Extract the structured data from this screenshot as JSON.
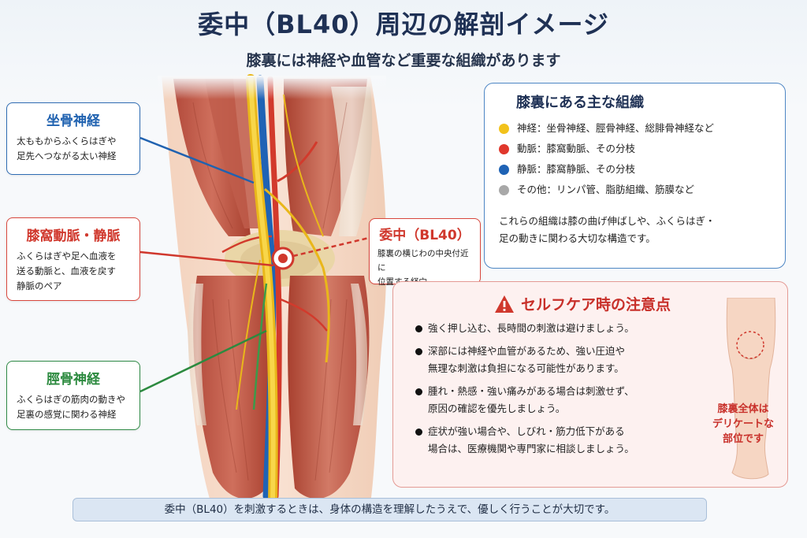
{
  "title": "委中（BL40）周辺の解剖イメージ",
  "subtitle": "膝裏には神経や血管など重要な組織があります",
  "callouts": {
    "sciatic": {
      "title": "坐骨神経",
      "lines": [
        "太ももからふくらはぎや",
        "足先へつながる太い神経"
      ]
    },
    "artery": {
      "title": "膝窩動脈・静脈",
      "lines": [
        "ふくらはぎや足へ血液を",
        "送る動脈と、血液を戻す",
        "静脈のペア"
      ]
    },
    "tibial": {
      "title": "脛骨神経",
      "lines": [
        "ふくらはぎの筋肉の動きや",
        "足裏の感覚に関わる神経"
      ]
    },
    "bl40": {
      "title": "委中（BL40）",
      "lines": [
        "膝裏の横じわの中央付近に",
        "位置する経穴"
      ]
    }
  },
  "tissues": {
    "heading": "膝裏にある主な組織",
    "items": [
      {
        "text": "神経：坐骨神経、脛骨神経、総腓骨神経など",
        "color": "#f2c21b"
      },
      {
        "text": "動脈：膝窩動脈、その分枝",
        "color": "#e0372c"
      },
      {
        "text": "静脈：膝窩静脈、その分枝",
        "color": "#1f63b5"
      },
      {
        "text": "その他：リンパ管、脂肪組織、筋膜など",
        "color": "#a8a8a8"
      }
    ],
    "note": [
      "これらの組織は膝の曲げ伸ばしや、ふくらはぎ・",
      "足の動きに関わる大切な構造です。"
    ]
  },
  "selfcare": {
    "heading": "セルフケア時の注意点",
    "items": [
      [
        "強く押し込む、長時間の刺激は避けましょう。"
      ],
      [
        "深部には神経や血管があるため、強い圧迫や",
        "無理な刺激は負担になる可能性があります。"
      ],
      [
        "腫れ・熱感・強い痛みがある場合は刺激せず、",
        "原因の確認を優先しましょう。"
      ],
      [
        "症状が強い場合や、しびれ・筋力低下がある",
        "場合は、医療機関や専門家に相談しましょう。"
      ]
    ],
    "side_note": [
      "膝裏全体は",
      "デリケートな",
      "部位です"
    ]
  },
  "footer": "委中（BL40）を刺激するときは、身体の構造を理解したうえで、優しく行うことが大切です。",
  "colors": {
    "nerve": "#f2c21b",
    "artery": "#e0372c",
    "vein": "#1f63b5",
    "other": "#a8a8a8",
    "accent_red": "#d0382d",
    "accent_blue": "#2062b0",
    "accent_green": "#2c8a3f"
  }
}
